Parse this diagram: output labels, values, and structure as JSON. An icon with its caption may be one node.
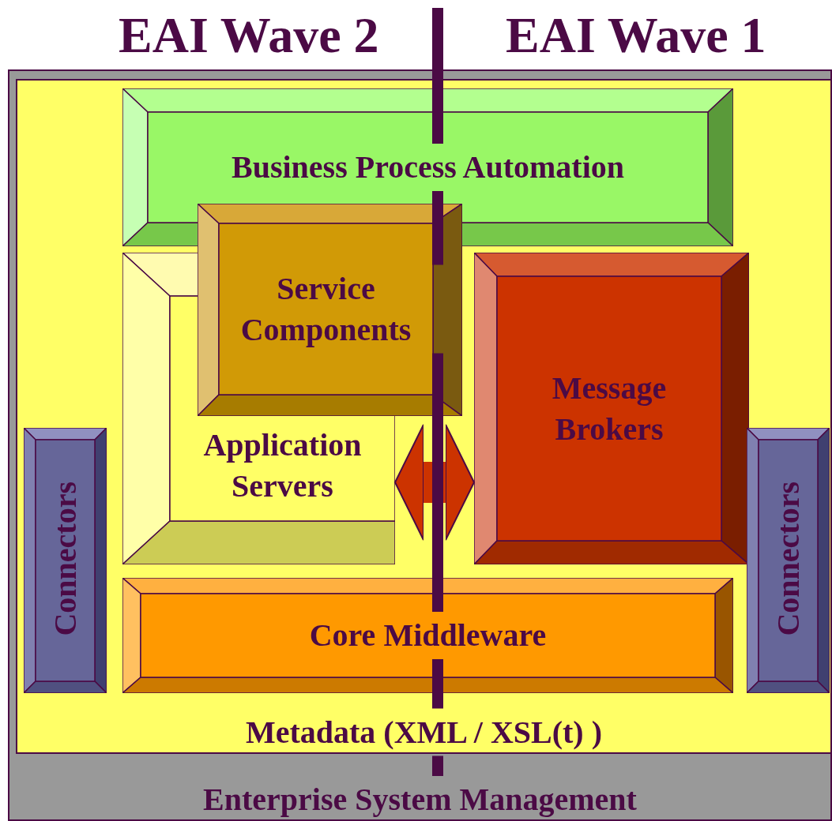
{
  "diagram": {
    "nodes": [
      {
        "text": [
          "Enterprise System Management"
        ]
      },
      {
        "text": [
          "Metadata (XML / XSL(t) )"
        ],
        "in": 0
      },
      {
        "text": [
          "Business Process Automation"
        ],
        "in": 1
      },
      {
        "text": [
          "Application Servers"
        ],
        "in": 1
      },
      {
        "text": [
          "Service Components"
        ],
        "in": 1
      },
      {
        "text": [
          "Message Brokers"
        ],
        "in": 1
      },
      {
        "text": [
          "Core Middleware"
        ],
        "in": 1
      },
      {
        "text": [
          "Connectors"
        ],
        "in": 1
      },
      {
        "text": [
          "Connectors"
        ],
        "in": 1
      }
    ],
    "edges": [
      {
        "from": 3,
        "to": 5,
        "arrow": "both"
      }
    ],
    "labels": [
      "EAI Wave 2",
      "EAI Wave 1"
    ]
  }
}
